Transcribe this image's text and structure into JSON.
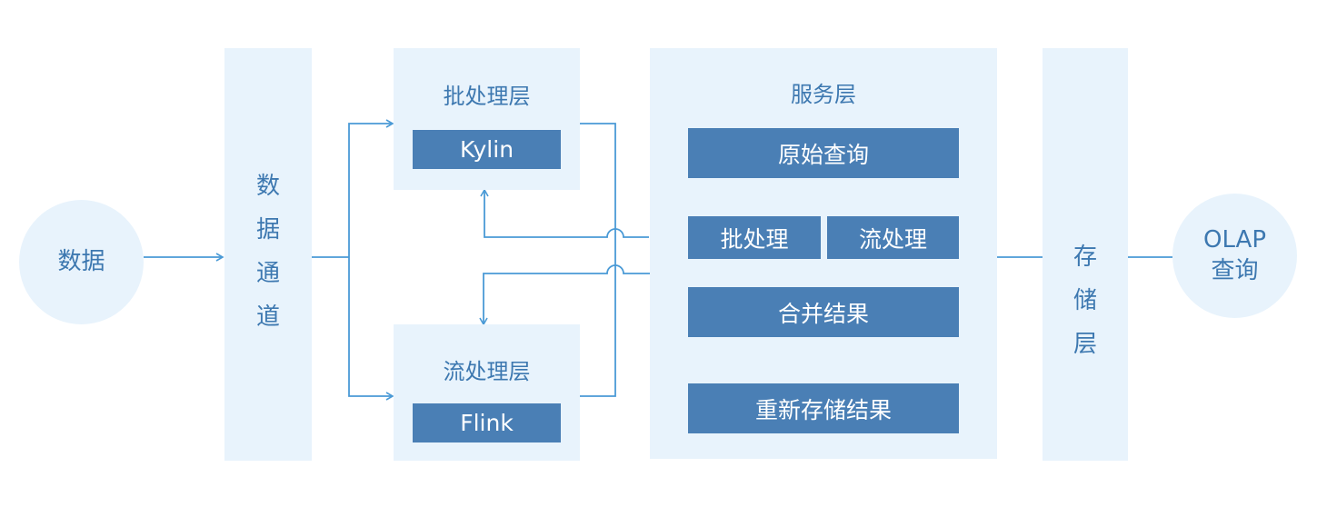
{
  "source": {
    "label": "数据"
  },
  "channel": {
    "chars": [
      "数",
      "据",
      "通",
      "道"
    ]
  },
  "batch_layer": {
    "title": "批处理层",
    "engine": "Kylin"
  },
  "stream_layer": {
    "title": "流处理层",
    "engine": "Flink"
  },
  "service_layer": {
    "title": "服务层",
    "raw_query": "原始查询",
    "batch": "批处理",
    "stream": "流处理",
    "merge": "合并结果",
    "restore": "重新存储结果"
  },
  "storage": {
    "chars": [
      "存",
      "储",
      "层"
    ]
  },
  "olap": {
    "line1": "OLAP",
    "line2": "查询"
  },
  "colors": {
    "panel": "#e8f3fc",
    "bar": "#4a7fb5",
    "line": "#4a9ad6",
    "text": "#3d78b0"
  }
}
